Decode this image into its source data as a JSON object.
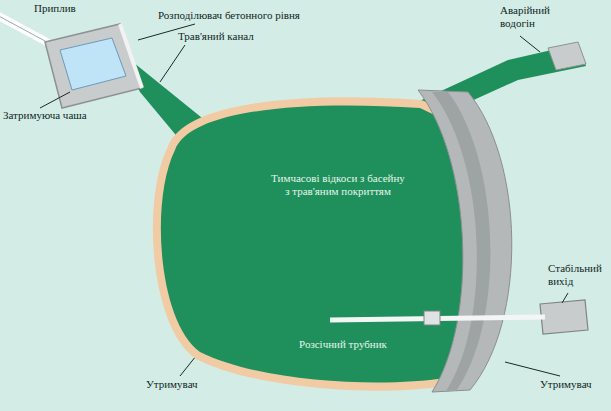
{
  "diagram": {
    "nodes": [
      {
        "text": [
          "Тимчасові відкоси з басейну з трав'яним покриттям",
          "Розсічний трубник"
        ]
      }
    ],
    "labels": [
      "Приплив",
      "Розподілювач бетонного рівня",
      "Трав'яний канал",
      "Затримуюча чаша",
      "Аварійний водогін",
      "Стабільний вихід",
      "Утримувач",
      "Утримувач"
    ]
  }
}
